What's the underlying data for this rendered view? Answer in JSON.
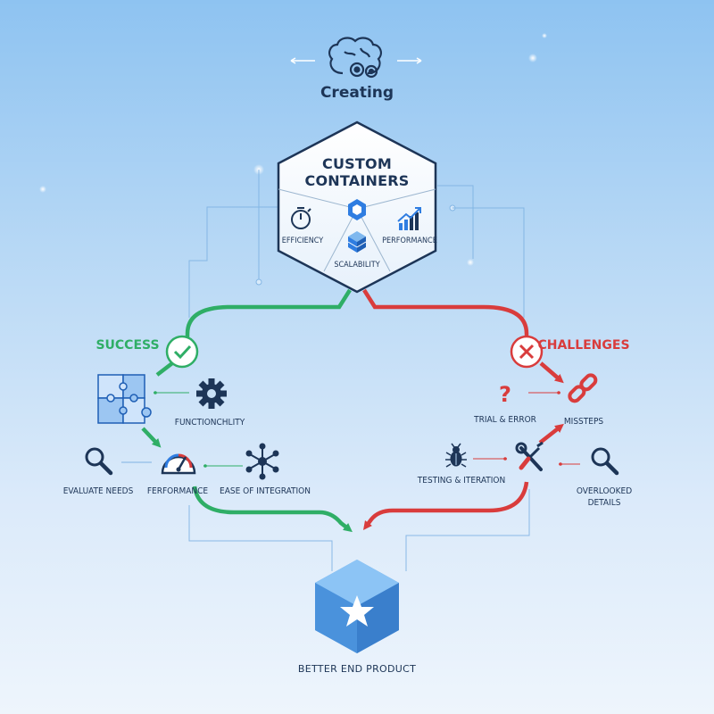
{
  "top": {
    "title": "Creating",
    "icon": "brain-gears-icon"
  },
  "hub": {
    "title_line1": "CUSTOM",
    "title_line2": "CONTAINERS",
    "segments": [
      {
        "label": "EFFICIENCY",
        "icon": "stopwatch-icon"
      },
      {
        "label": "SCALABILITY",
        "icon": "cube-stack-icon"
      },
      {
        "label": "PERFORMANCE",
        "icon": "growth-chart-icon"
      }
    ],
    "center_icon": "hexagon-icon"
  },
  "success": {
    "title": "SUCCESS",
    "icon": "checkmark-icon",
    "items": {
      "functionality": "FUNCTIONCHLITY",
      "evaluate": "EVALUATE NEEDS",
      "performance": "FERFORMANCE",
      "integration": "EASE OF INTEGRATION"
    }
  },
  "challenges": {
    "title": "CHALLENGES",
    "icon": "x-icon",
    "items": {
      "trial": "TRIAL & ERROR",
      "missteps": "MISSTEPS",
      "testing": "TESTING & ITERATION",
      "overlooked_line1": "OVERLOOKED",
      "overlooked_line2": "DETAILS"
    }
  },
  "end": {
    "title": "BETTER END PRODUCT",
    "icon": "star-box-icon"
  },
  "colors": {
    "success": "#2fae66",
    "challenge": "#d93c3c",
    "navy": "#1d3557",
    "accent": "#2f7de1",
    "box": "#5aa2e8"
  }
}
